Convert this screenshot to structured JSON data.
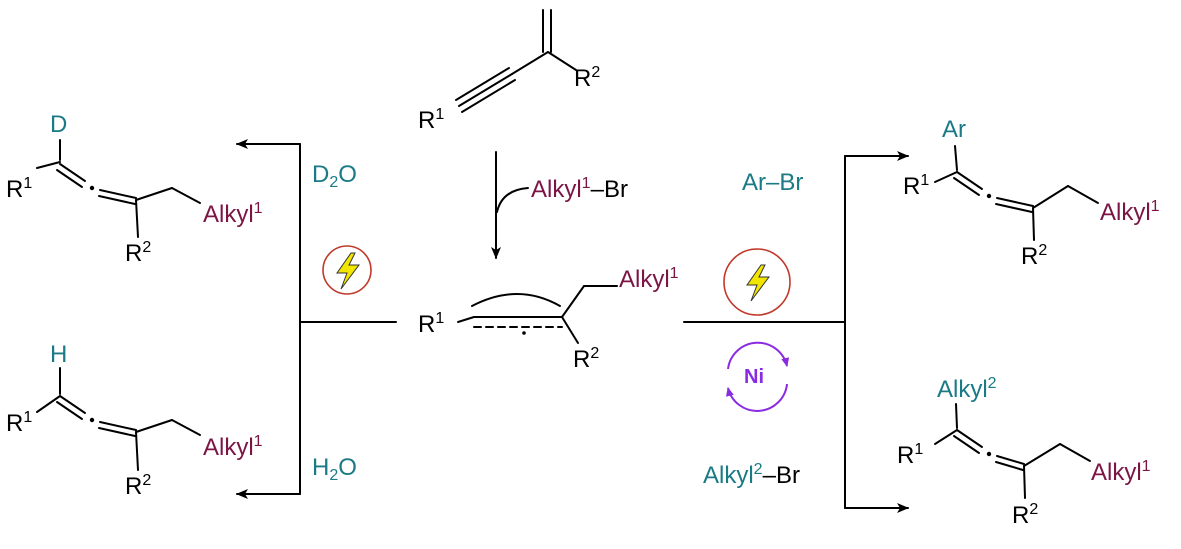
{
  "colors": {
    "bond": "#000000",
    "teal": "#1a7a86",
    "maroon": "#7b1545",
    "photo_circle": "#c0392b",
    "bolt": "#f2e600",
    "nickel": "#8a2be2"
  },
  "icons": {
    "photo": "lightning-bolt-icon",
    "catalyst_cycle": "cycle-arrows-icon"
  },
  "labels": {
    "R": "R",
    "one": "1",
    "two": "2",
    "alkyl": "Alkyl",
    "br": "Br",
    "dash": "–",
    "dashsp": "– ",
    "D": "D",
    "H": "H",
    "Ar": "Ar",
    "O": "O",
    "Ni": "Ni"
  }
}
